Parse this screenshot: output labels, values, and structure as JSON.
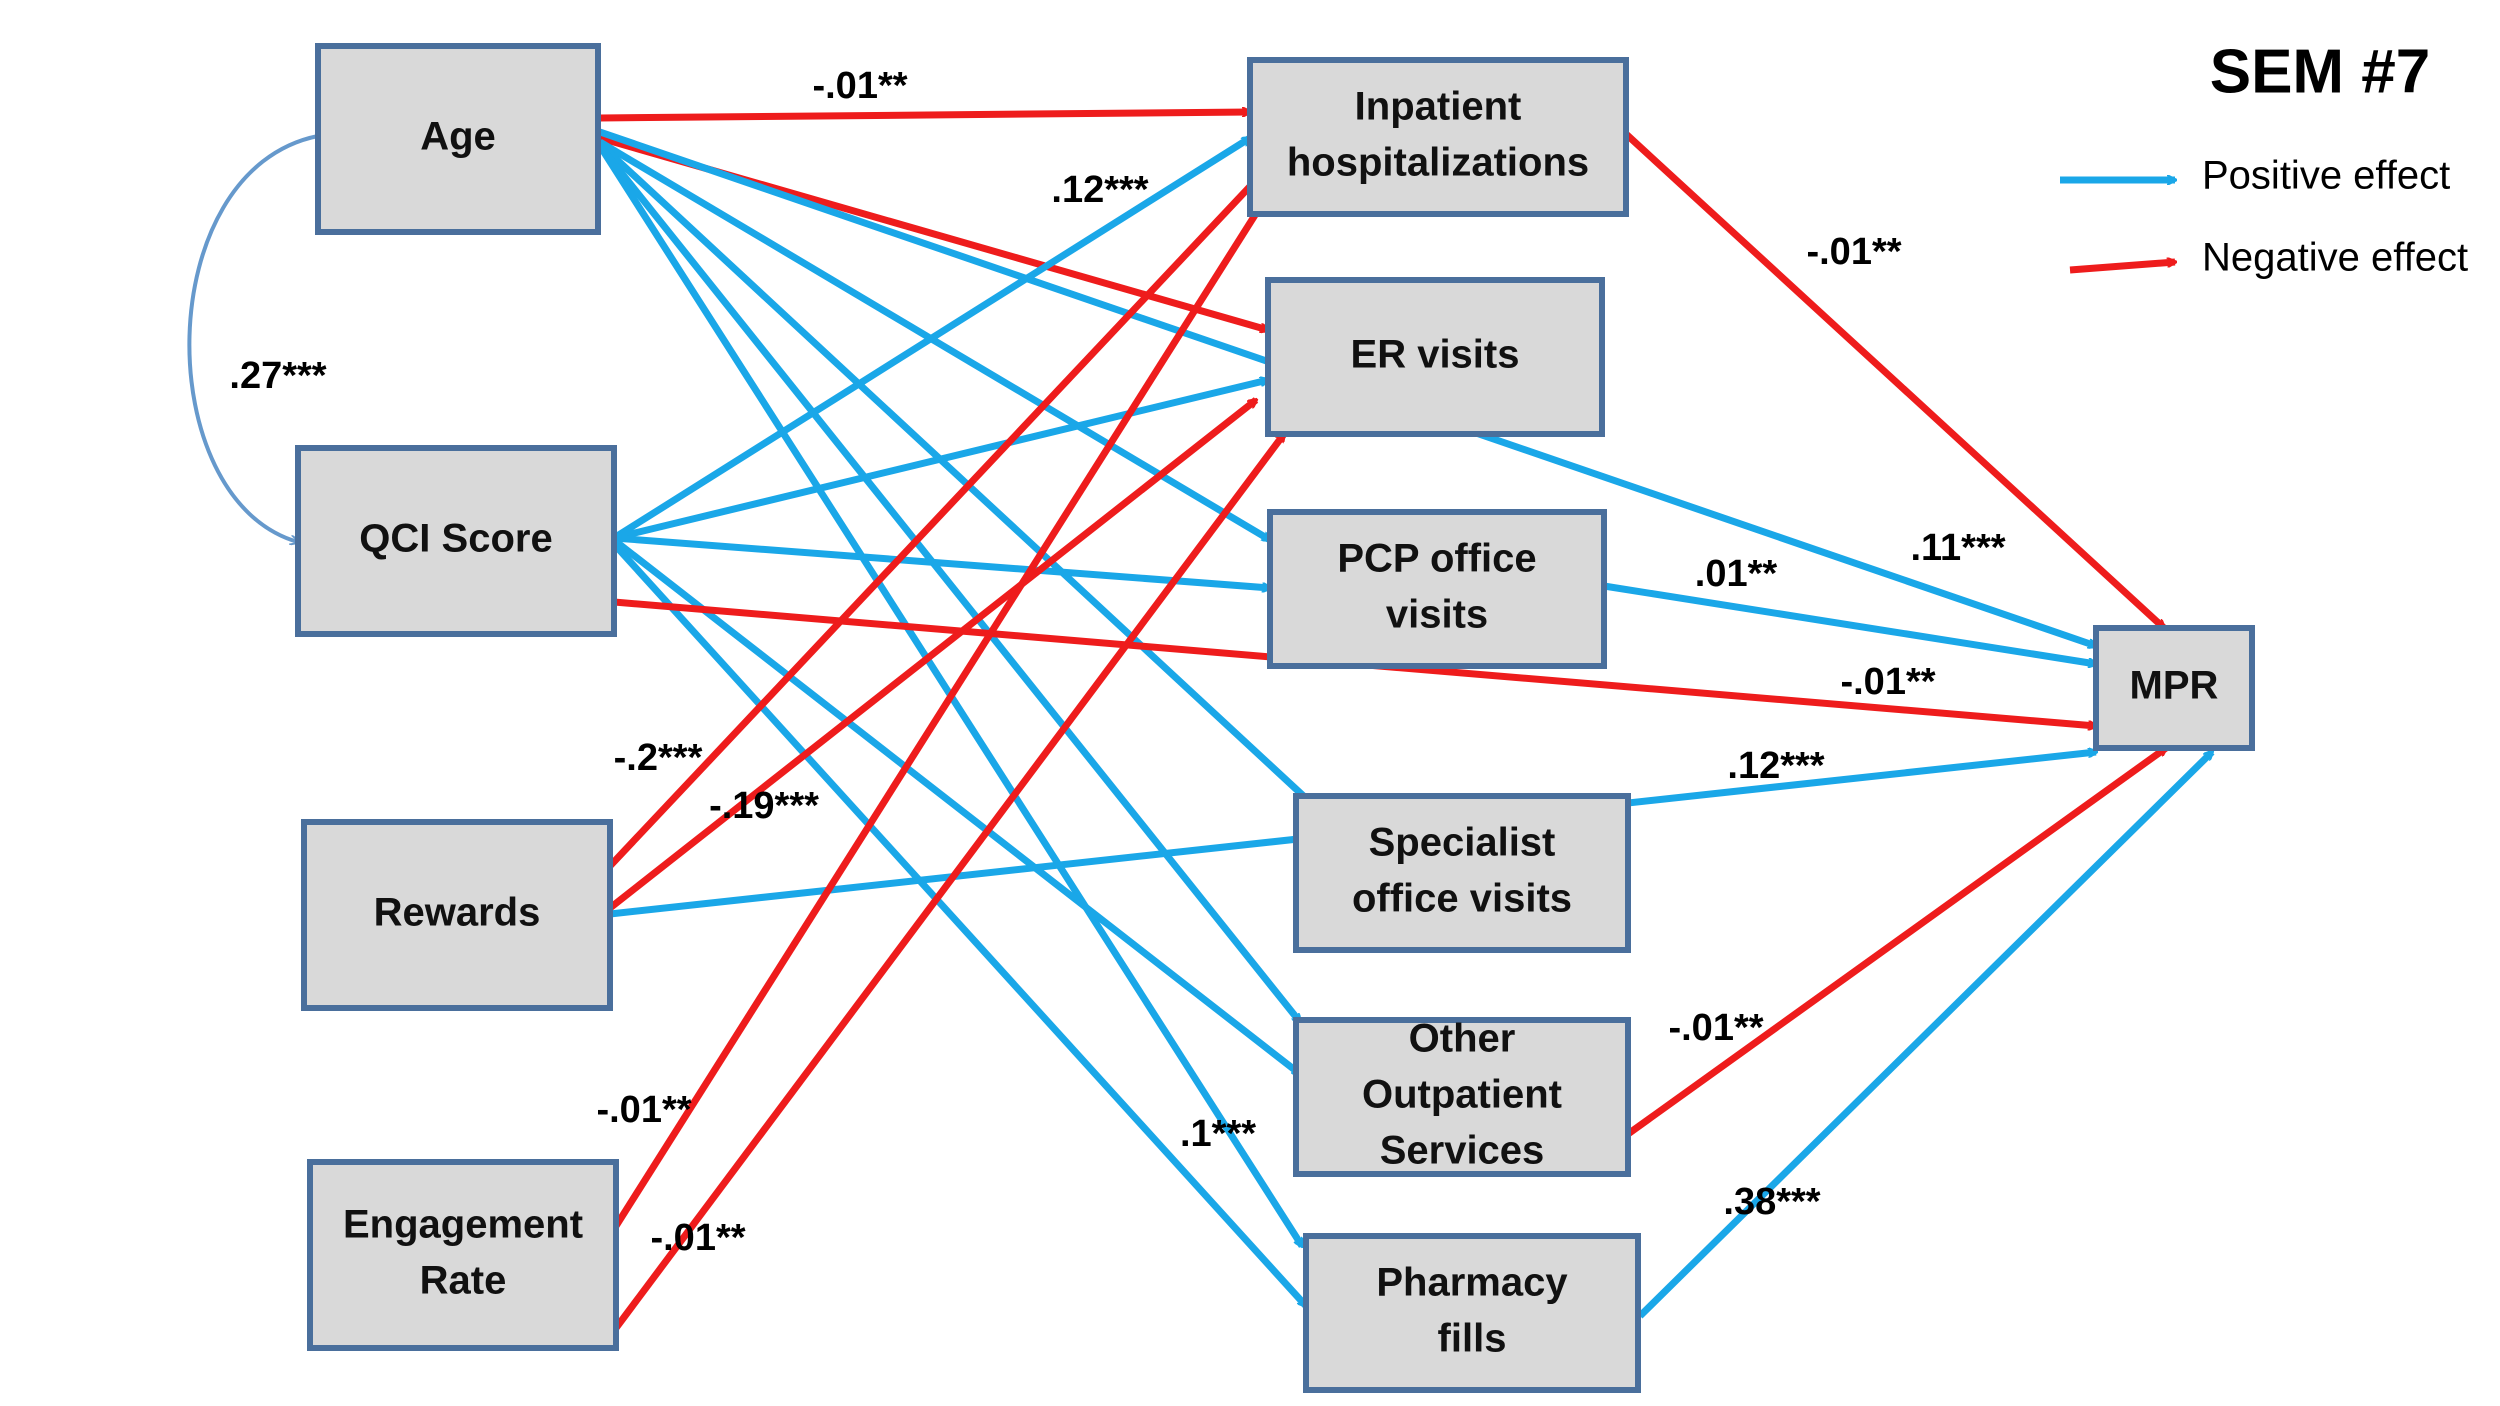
{
  "title": "SEM #7",
  "colors": {
    "positive": "#1aa7e8",
    "negative": "#ee1c1c",
    "covariance": "#6699cc"
  },
  "legend": {
    "positive": "Positive effect",
    "negative": "Negative effect"
  },
  "nodes": [
    {
      "id": "age",
      "lines": [
        "Age"
      ]
    },
    {
      "id": "qci",
      "lines": [
        "QCI Score"
      ]
    },
    {
      "id": "rewards",
      "lines": [
        "Rewards"
      ]
    },
    {
      "id": "engagement",
      "lines": [
        "Engagement",
        "Rate"
      ]
    },
    {
      "id": "inpatient",
      "lines": [
        "Inpatient",
        "hospitalizations"
      ]
    },
    {
      "id": "er",
      "lines": [
        "ER visits"
      ]
    },
    {
      "id": "pcp",
      "lines": [
        "PCP office",
        "visits"
      ]
    },
    {
      "id": "specialist",
      "lines": [
        "Specialist",
        "office visits"
      ]
    },
    {
      "id": "outpatient",
      "lines": [
        "Other",
        "Outpatient",
        "Services"
      ]
    },
    {
      "id": "pharmacy",
      "lines": [
        "Pharmacy",
        "fills"
      ]
    },
    {
      "id": "mpr",
      "lines": [
        "MPR"
      ]
    }
  ],
  "covariance": {
    "from": "age",
    "to": "qci",
    "label": ".27***"
  },
  "edges": [
    {
      "from": "age",
      "to": "inpatient",
      "sign": "negative",
      "label": "-.01**"
    },
    {
      "from": "age",
      "to": "er",
      "sign": "negative",
      "label": ""
    },
    {
      "from": "age",
      "to": "pcp",
      "sign": "positive",
      "label": ""
    },
    {
      "from": "age",
      "to": "specialist",
      "sign": "positive",
      "label": ""
    },
    {
      "from": "age",
      "to": "outpatient",
      "sign": "positive",
      "label": ""
    },
    {
      "from": "age",
      "to": "pharmacy",
      "sign": "positive",
      "label": ""
    },
    {
      "from": "age",
      "to": "mpr",
      "sign": "positive",
      "label": ".11***"
    },
    {
      "from": "qci",
      "to": "inpatient",
      "sign": "positive",
      "label": ".12***"
    },
    {
      "from": "qci",
      "to": "er",
      "sign": "positive",
      "label": ""
    },
    {
      "from": "qci",
      "to": "pcp",
      "sign": "positive",
      "label": ""
    },
    {
      "from": "qci",
      "to": "outpatient",
      "sign": "positive",
      "label": ""
    },
    {
      "from": "qci",
      "to": "pharmacy",
      "sign": "positive",
      "label": ".1***"
    },
    {
      "from": "qci",
      "to": "mpr",
      "sign": "negative",
      "label": "-.01**"
    },
    {
      "from": "rewards",
      "to": "inpatient",
      "sign": "negative",
      "label": "-.2***"
    },
    {
      "from": "rewards",
      "to": "er",
      "sign": "negative",
      "label": "-.19***"
    },
    {
      "from": "rewards",
      "to": "mpr",
      "sign": "positive",
      "label": ".12***"
    },
    {
      "from": "engagement",
      "to": "inpatient",
      "sign": "negative",
      "label": "-.01**"
    },
    {
      "from": "engagement",
      "to": "er",
      "sign": "negative",
      "label": "-.01**"
    },
    {
      "from": "inpatient",
      "to": "mpr",
      "sign": "negative",
      "label": "-.01**"
    },
    {
      "from": "pcp",
      "to": "mpr",
      "sign": "positive",
      "label": ".01**"
    },
    {
      "from": "outpatient",
      "to": "mpr",
      "sign": "negative",
      "label": "-.01**"
    },
    {
      "from": "pharmacy",
      "to": "mpr",
      "sign": "positive",
      "label": ".38***"
    }
  ]
}
